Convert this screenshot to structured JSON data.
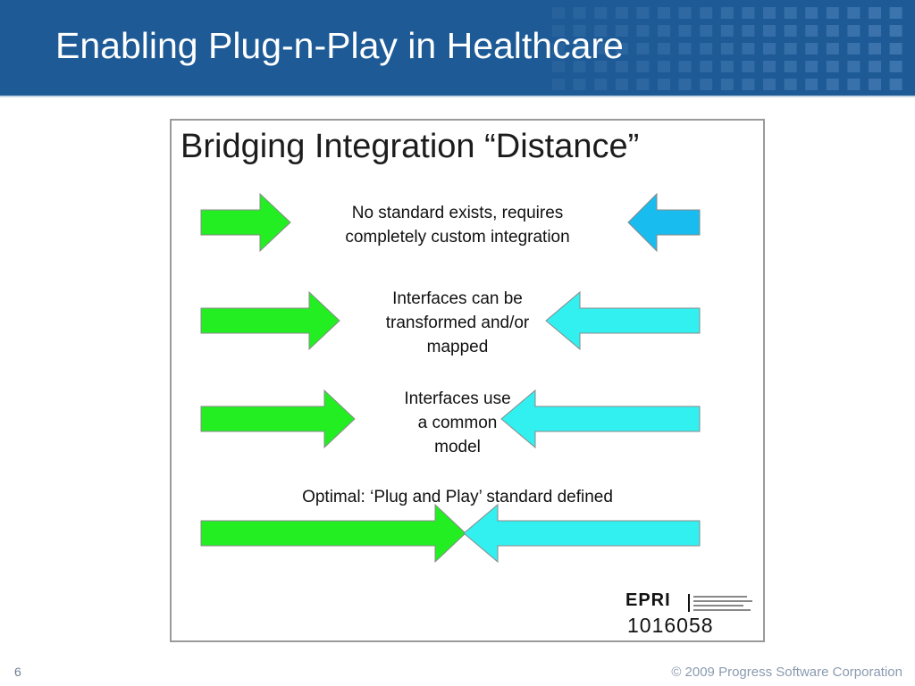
{
  "slide": {
    "title": "Enabling Plug-n-Play in Healthcare",
    "page_number": "6",
    "copyright": "© 2009 Progress Software Corporation"
  },
  "diagram": {
    "title": "Bridging Integration “Distance”",
    "rows": [
      {
        "text_lines": [
          "No standard exists, requires",
          "completely custom integration"
        ],
        "left_color": "#22ee22",
        "right_color": "#18bcee"
      },
      {
        "text_lines": [
          "Interfaces can be",
          "transformed and/or",
          "mapped"
        ],
        "left_color": "#22ee22",
        "right_color": "#33f0f0"
      },
      {
        "text_lines": [
          "Interfaces use",
          "a common",
          "model"
        ],
        "left_color": "#22ee22",
        "right_color": "#33f0f0"
      },
      {
        "text_lines": [
          "Optimal: ‘Plug and Play’ standard defined"
        ],
        "left_color": "#22ee22",
        "right_color": "#33f0f0"
      }
    ],
    "logo": {
      "wordmark": "EPRI",
      "number": "1016058"
    }
  },
  "colors": {
    "header_bg": "#1d5a96",
    "header_square": "#3c74ad",
    "arrow_stroke": "#8a8a8a"
  }
}
